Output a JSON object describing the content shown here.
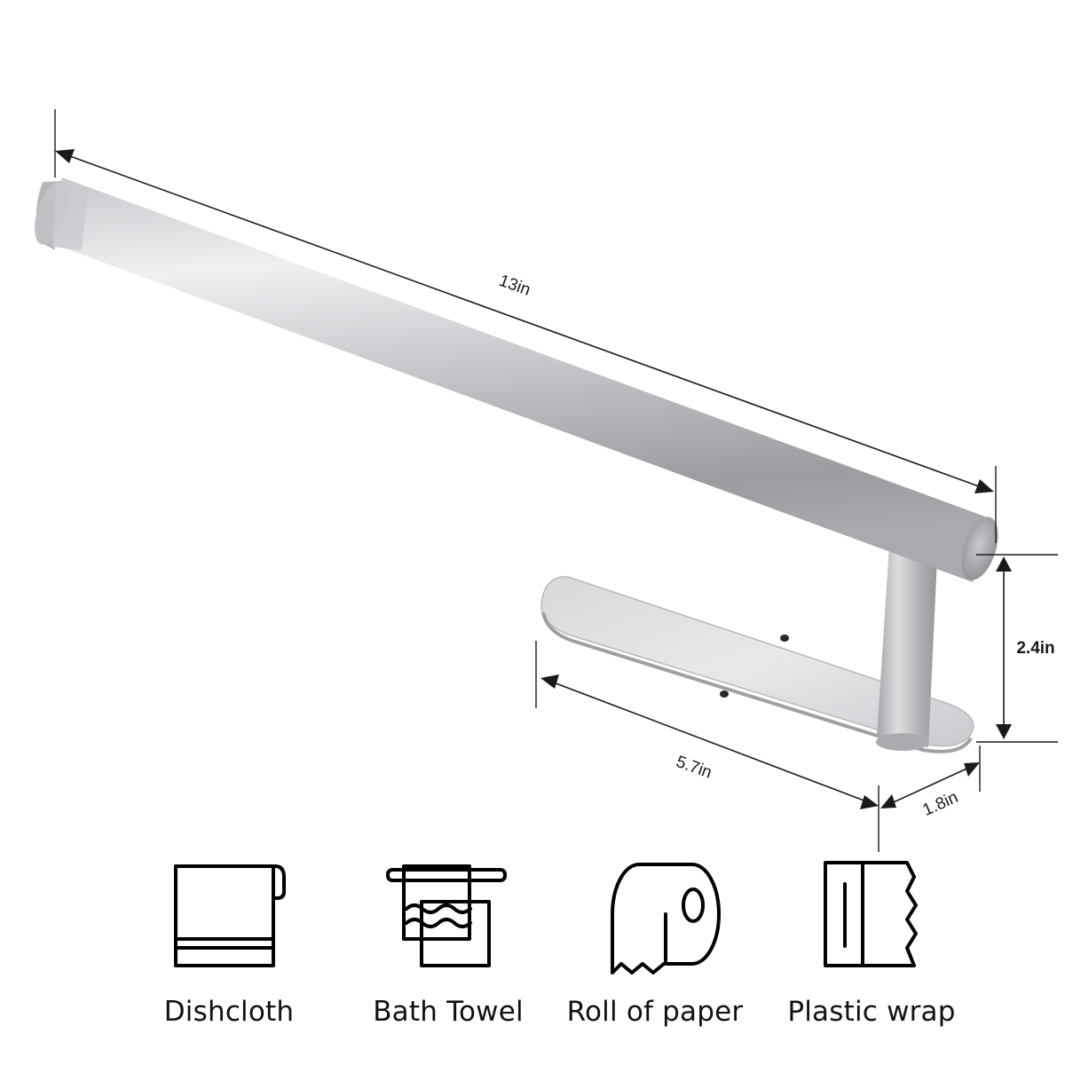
{
  "dimensions": {
    "length": "13in",
    "height": "2.4in",
    "base_length": "5.7in",
    "base_width": "1.8in"
  },
  "uses": [
    {
      "label": "Dishcloth",
      "icon": "dishcloth-icon"
    },
    {
      "label": "Bath Towel",
      "icon": "bath-towel-icon"
    },
    {
      "label": "Roll of paper",
      "icon": "paper-roll-icon"
    },
    {
      "label": "Plastic wrap",
      "icon": "plastic-wrap-icon"
    }
  ],
  "colors": {
    "steel_light": "#e6e7e9",
    "steel_mid": "#b9bbbe",
    "steel_dark": "#8d8f93",
    "ink": "#1a1a1a"
  }
}
